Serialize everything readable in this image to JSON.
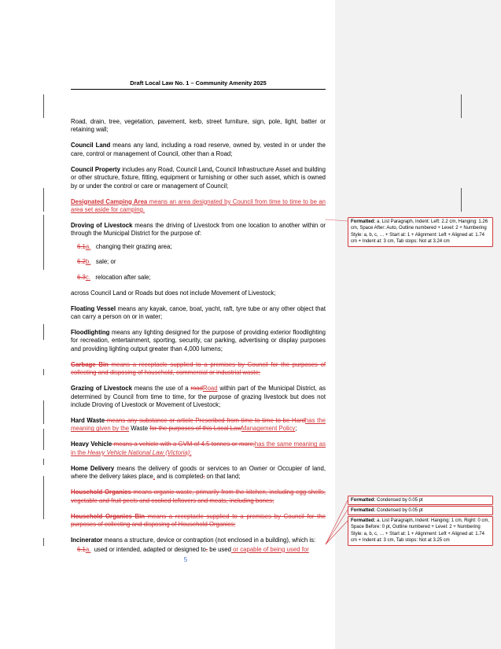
{
  "header": {
    "title": "Draft Local Law No. 1 – Community Amenity 2025"
  },
  "page_number": "5",
  "entries": {
    "road_cont": "Road, drain, tree, vegetation, pavement, kerb, street furniture, sign, pole, light, batter or retaining wall;",
    "council_land": {
      "term": "Council Land",
      "text": " means any land, including a road reserve, owned by, vested in or under the care, control or management of Council, other than a Road;"
    },
    "council_property": {
      "term": "Council Property",
      "text_a": " includes any Road, Council Land",
      "comma_bold": ",",
      "text_b": " Council Infrastructure Asset and building or other structure, fixture, fitting, equipment or furnishing or other such asset, which is owned by or under the control or care or management of Council;"
    },
    "designated_camping": {
      "term": "Designated Camping Area",
      "text": " means an area designated by Council from time to time to be an area set aside for camping."
    },
    "droving": {
      "term": "Droving of Livestock",
      "text": " means the driving of Livestock from one location to another within or through the Municipal District for the purpose of:",
      "items": [
        {
          "del_num": "6.1",
          "ins_num": "a.",
          "text": "changing their grazing area;"
        },
        {
          "del_num": "6.2",
          "ins_num": "b.",
          "text": "sale; or"
        },
        {
          "del_num": "6.3",
          "ins_num": "c.",
          "text": "relocation after sale;"
        }
      ],
      "after": "across Council Land or Roads but does not include Movement of Livestock;"
    },
    "floating_vessel": {
      "term": "Floating Vessel",
      "text": " means any kayak, canoe, boat, yacht, raft, tyre tube or any other object that can carry a person on or in water;"
    },
    "floodlighting": {
      "term": "Floodlighting",
      "text": " means any lighting designed for the purpose of providing exterior floodlighting for recreation, entertainment, sporting, security, car parking, advertising or display purposes and providing lighting output greater than 4,000 lumens;"
    },
    "garbage_bin": {
      "term": "Garbage Bin",
      "text": " means a receptacle supplied to a premises by Council for the purposes of collecting and disposing of household, commercial or industrial waste;"
    },
    "grazing": {
      "term": "Grazing of Livestock",
      "text_a": " means the use of a ",
      "del_word": "road",
      "ins_word": "Road",
      "text_b": " within part of the Municipal District, as determined by Council from time to time, for the purpose of grazing livestock but does not include Droving of Livestock or Movement of Livestock;"
    },
    "hard_waste": {
      "term": "Hard Waste",
      "del_a": " means any substance or article Prescribed from time to time to be Hard",
      "ins_a": "has the meaning given by the",
      "plain": " Waste ",
      "del_b": "for the purposes of this Local Law",
      "ins_b": "Management Policy",
      "end": ";"
    },
    "heavy_vehicle": {
      "term": "Heavy Vehicle",
      "del": " means a vehicle with a GVM of 4.5 tonnes or more;",
      "ins_a": "has the same meaning as in the ",
      "ins_italic": "Heavy Vehicle National Law (Victoria)",
      "ins_end": ";"
    },
    "home_delivery": {
      "term": "Home Delivery",
      "text_a": " means the delivery of goods or services to an Owner or Occupier of land, where the delivery takes place",
      "ins_comma": ",",
      "text_b": " and is completed",
      "del_comma": ",",
      "text_c": " on that land;"
    },
    "household_organics": {
      "term": "Household Organics",
      "text": " means organic waste, primarily from the kitchen, including egg shells, vegetable and fruit peels and cooked leftovers and meats, including bones;"
    },
    "household_organics_bin": {
      "term": "Household Organics Bin",
      "text": " means a receptacle supplied to a premises by Council for the purposes of collecting and disposing of Household Organics;"
    },
    "incinerator": {
      "term": "Incinerator",
      "text": " means a structure, device or contraption (not enclosed in a building), which is:",
      "item": {
        "del_num": "6.1",
        "ins_num": "a.",
        "text_a": "used or intended, adapted or designed to",
        "del_comma": ",",
        "text_b": " be used",
        "ins_text": " or capable of being used for"
      }
    }
  },
  "comments": [
    {
      "label": "Formatted:",
      "text": " a. List Paragraph, Indent: Left:  2.2 cm, Hanging:  1.26 cm, Space After:  Auto, Outline numbered + Level: 2 + Numbering Style: a, b, c, … + Start at: 1 + Alignment: Left + Aligned at:  1.74 cm + Indent at:  3 cm, Tab stops: Not at  3.24 cm"
    },
    {
      "label": "Formatted:",
      "text": " Condensed by  0.05 pt"
    },
    {
      "label": "Formatted:",
      "text": " Condensed by  0.05 pt"
    },
    {
      "label": "Formatted:",
      "text": " a. List Paragraph, Indent: Hanging:  1 cm, Right:  0 cm, Space Before:  0 pt, Outline numbered + Level: 2 + Numbering Style: a, b, c, … + Start at: 1 + Alignment: Left + Aligned at:  1.74 cm + Indent at:  3 cm, Tab stops: Not at  3.25 cm"
    }
  ],
  "colors": {
    "revision": "#d13438",
    "comment_pane": "#f2f2f2",
    "page_number": "#4472c4"
  }
}
